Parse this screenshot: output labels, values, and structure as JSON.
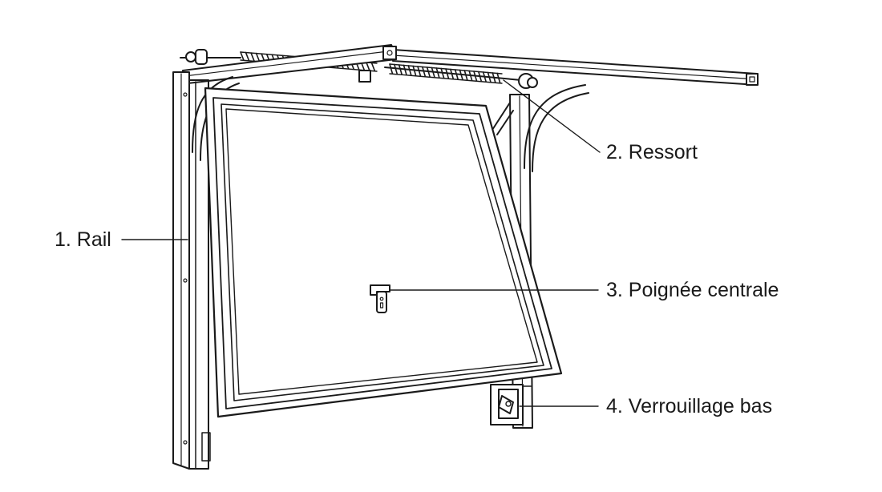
{
  "diagram": {
    "subject": "Porte de garage basculante",
    "labels": [
      {
        "key": "rail",
        "text": "1. Rail"
      },
      {
        "key": "ressort",
        "text": "2. Ressort"
      },
      {
        "key": "poignee",
        "text": "3. Poignée centrale"
      },
      {
        "key": "verrouillage",
        "text": "4. Verrouillage bas"
      }
    ]
  },
  "colors": {
    "ink": "#1a1a1a",
    "background": "#ffffff"
  }
}
